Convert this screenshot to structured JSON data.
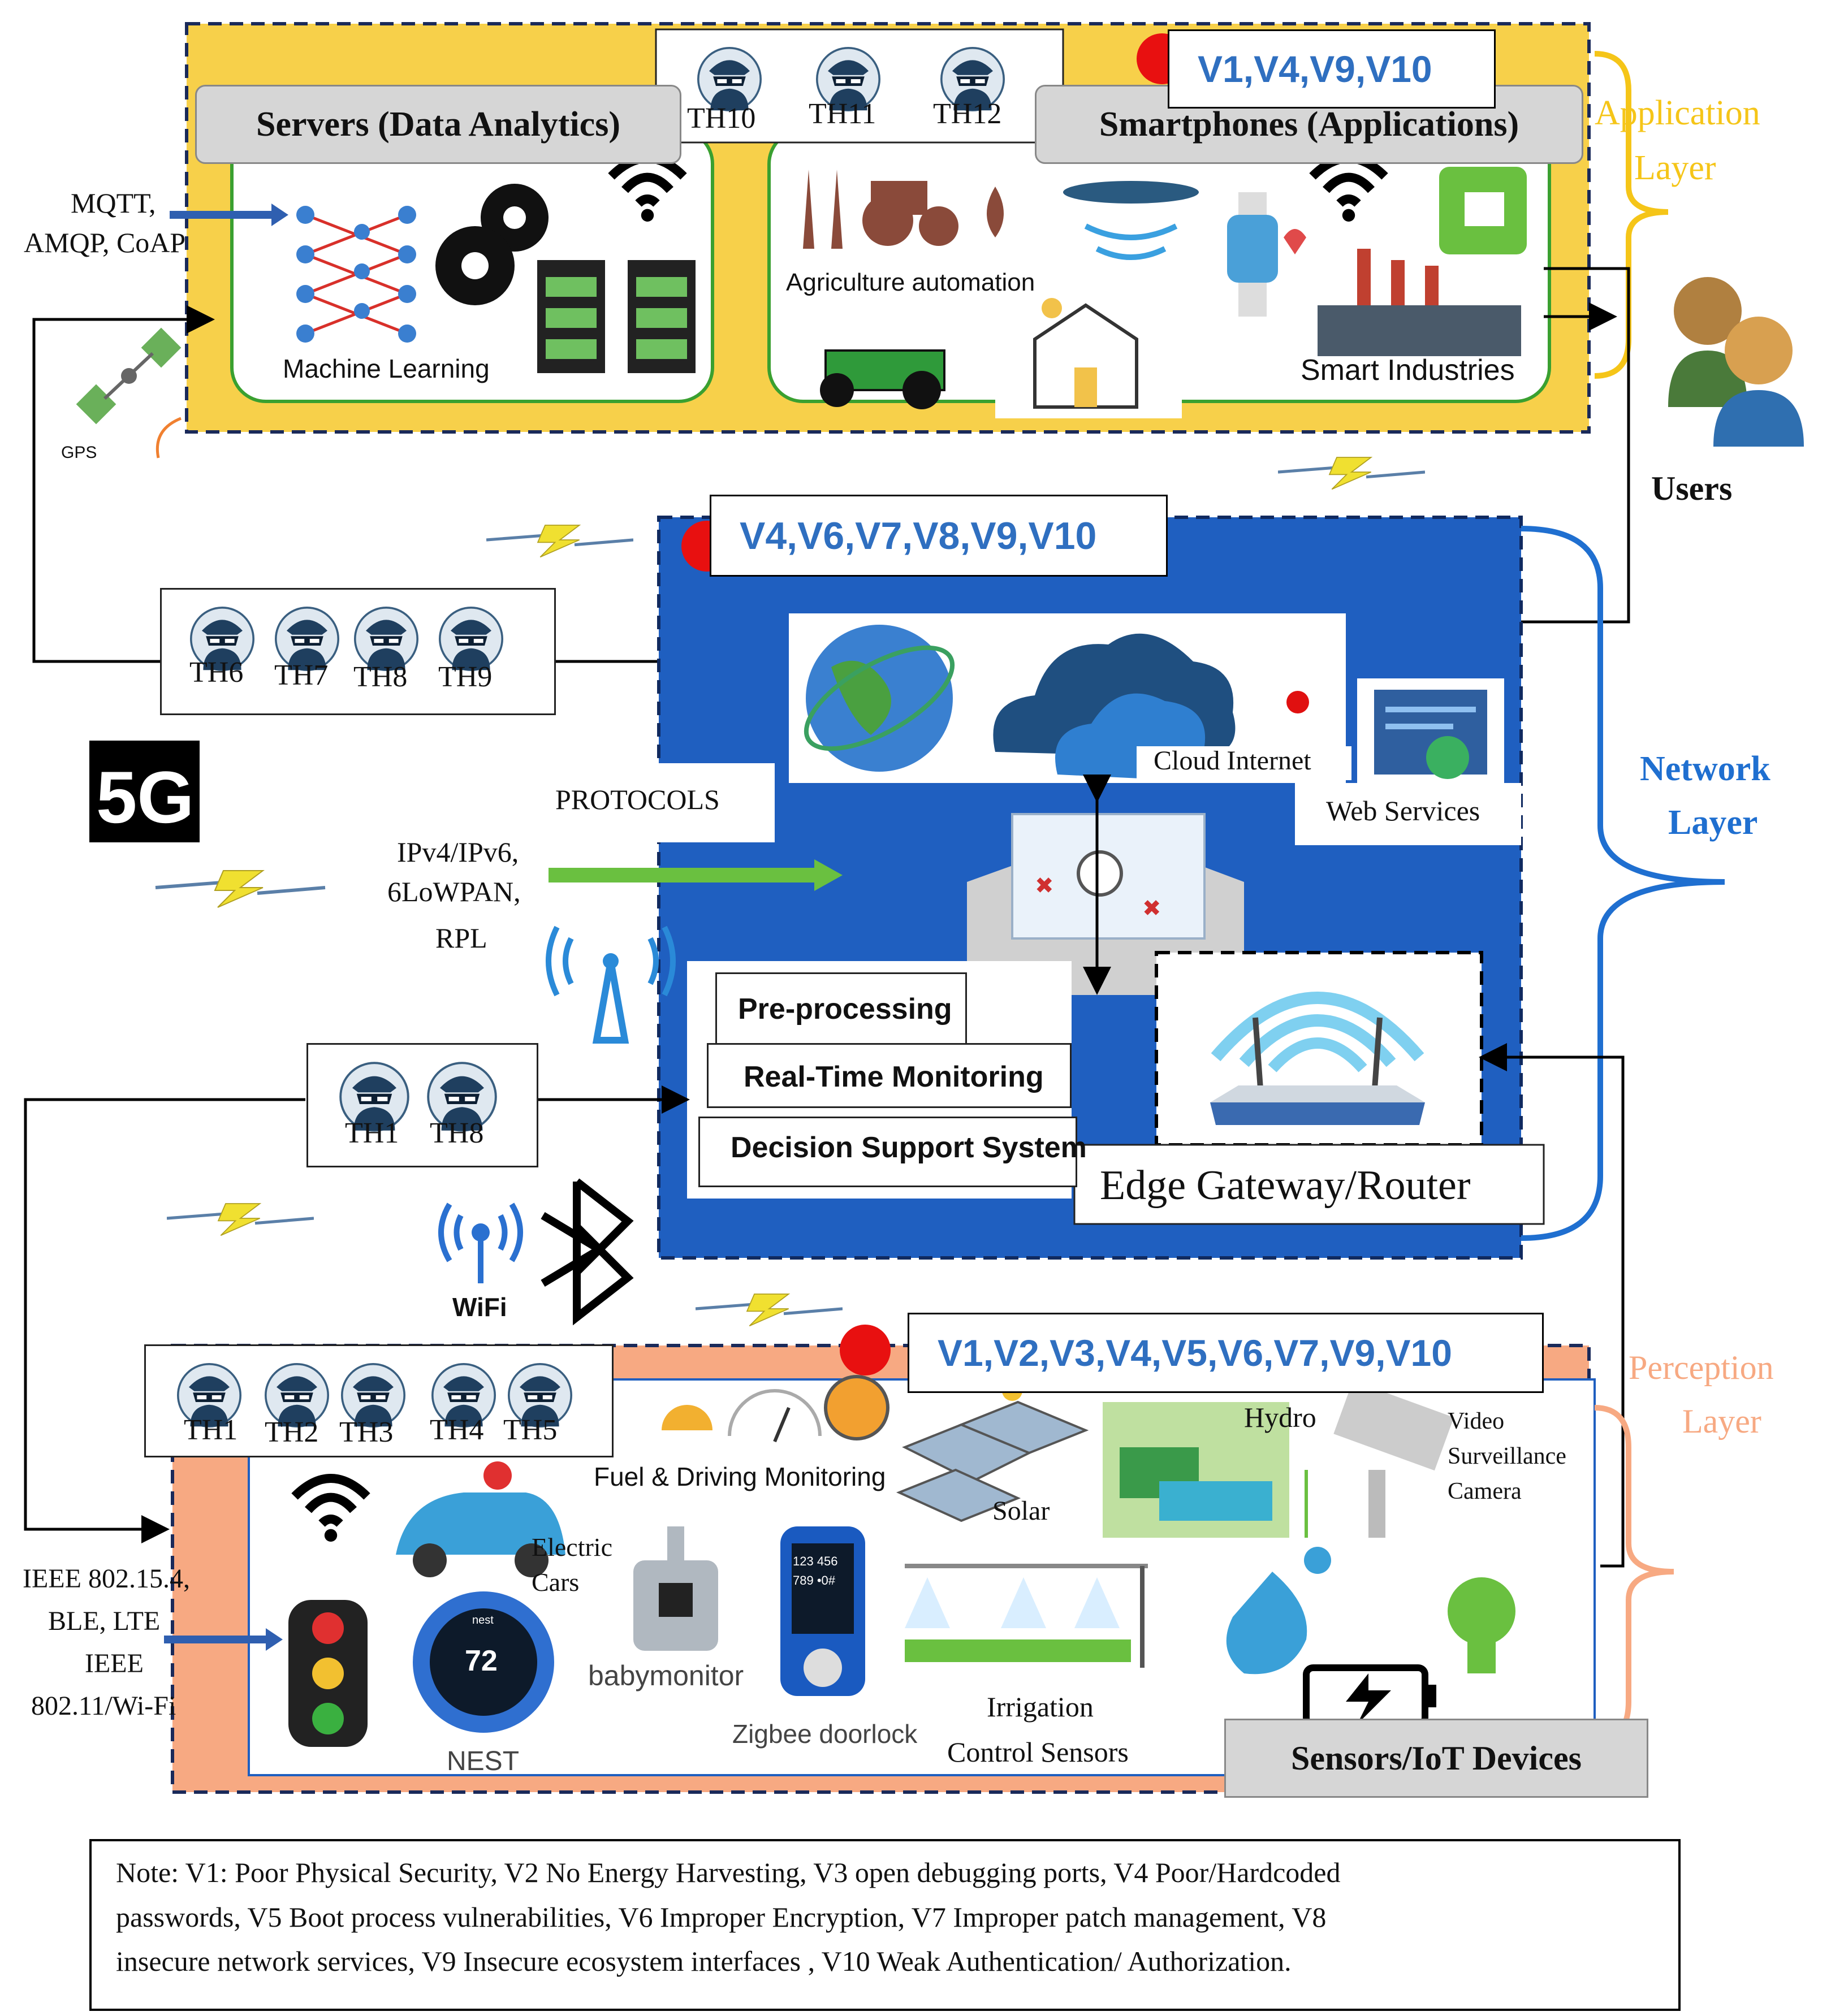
{
  "layers": {
    "application": {
      "label_line1": "Application",
      "label_line2": "Layer",
      "color": "#f5c518"
    },
    "network": {
      "label_line1": "Network",
      "label_line2": "Layer",
      "color": "#1f5fc0"
    },
    "perception": {
      "label_line1": "Perception",
      "label_line2": "Layer",
      "color": "#f7a982"
    }
  },
  "application_layer": {
    "servers_title": "Servers (Data Analytics)",
    "smartphones_title": "Smartphones (Applications)",
    "vulnerabilities": "V1,V4,V9,V10",
    "machine_learning": "Machine Learning",
    "agriculture": "Agriculture automation",
    "smart_industries": "Smart Industries",
    "threats": [
      "TH10",
      "TH11",
      "TH12"
    ]
  },
  "users_label": "Users",
  "left_protocols_top": {
    "line1": "MQTT,",
    "line2": "AMQP, CoAP"
  },
  "gps_label": "GPS",
  "network_layer": {
    "vulnerabilities": "V4,V6,V7,V8,V9,V10",
    "cloud_label": "Cloud Internet",
    "web_services": "Web Services",
    "protocols_title": "PROTOCOLS",
    "protocols": [
      "IPv4/IPv6,",
      "6LoWPAN,",
      "RPL"
    ],
    "pre_processing": "Pre-processing",
    "real_time": "Real-Time Monitoring",
    "decision_support": "Decision Support System",
    "edge_gateway": "Edge Gateway/Router",
    "threats_a": [
      "TH6",
      "TH7",
      "TH8",
      "TH9"
    ],
    "threats_b": [
      "TH1",
      "TH8"
    ]
  },
  "fiveg_label": "5G",
  "wifi_label": "WiFi",
  "perception_layer": {
    "vulnerabilities": "V1,V2,V3,V4,V5,V6,V7,V9,V10",
    "threats": [
      "TH1",
      "TH2",
      "TH3",
      "TH4",
      "TH5"
    ],
    "fuel": "Fuel & Driving Monitoring",
    "solar": "Solar",
    "hydro": "Hydro",
    "video_line1": "Video",
    "video_line2": "Surveillance",
    "video_line3": "Camera",
    "electric_line1": "Electric",
    "electric_line2": "Cars",
    "babymonitor": "babymonitor",
    "zigbee": "Zigbee doorlock",
    "nest": "NEST",
    "nest_temp": "72",
    "nest_brand": "nest",
    "irrigation_line1": "Irrigation",
    "irrigation_line2": "Control Sensors",
    "sensors": "Sensors/IoT Devices",
    "keypad_digits": "123 456 789 •0#"
  },
  "left_protocols_bottom": [
    "IEEE 802.15.4,",
    "BLE, LTE",
    "IEEE",
    "802.11/Wi-Fi"
  ],
  "note": {
    "line1": "Note: V1: Poor Physical Security, V2 No Energy Harvesting, V3 open debugging ports, V4 Poor/Hardcoded",
    "line2": "passwords, V5 Boot process vulnerabilities, V6 Improper Encryption, V7 Improper patch management, V8",
    "line3": "insecure network services, V9 Insecure ecosystem interfaces , V10 Weak Authentication/ Authorization."
  }
}
